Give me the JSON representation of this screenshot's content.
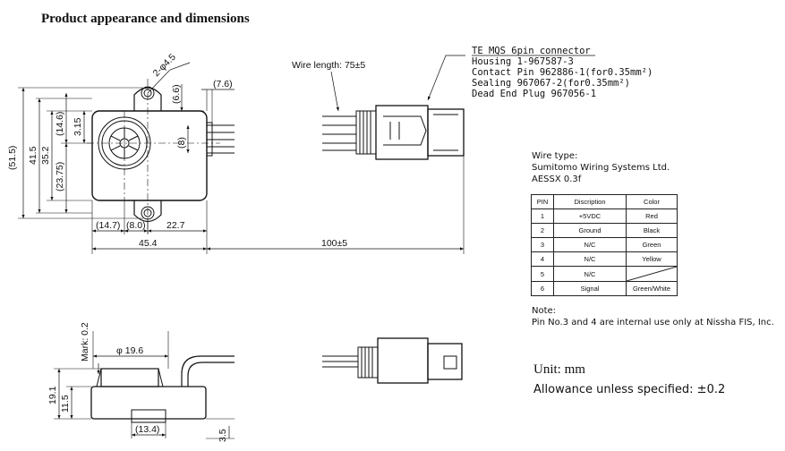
{
  "title": "Product appearance and dimensions",
  "connector": {
    "header": "TE MQS 6pin connector",
    "lines": [
      "Housing 1-967587-3",
      "Contact Pin 962886-1(for0.35mm²)",
      "Sealing 967067-2(for0.35mm²)",
      "Dead End Plug 967056-1"
    ]
  },
  "wire_length": "Wire length: 75±5",
  "dims": {
    "hole": "2-φ4.5",
    "d66": "(6.6)",
    "d76": "(7.6)",
    "d515": "(51.5)",
    "d415": "41.5",
    "d352": "35.2",
    "d146": "(14.6)",
    "d315": "3.15",
    "d2375": "(23.75)",
    "d8v": "(8)",
    "d147": "(14.7)",
    "d80": "(8.0)",
    "d227": "22.7",
    "d454": "45.4",
    "d100": "100±5",
    "mark": "Mark: 0.2",
    "d196": "φ 19.6",
    "d191": "19.1",
    "d115": "11.5",
    "d134": "(13.4)",
    "d35": "3.5"
  },
  "wire_type": {
    "title": "Wire type:",
    "maker": "Sumitomo Wiring Systems Ltd.",
    "model": "AESSX 0.3f"
  },
  "pin_table": {
    "headers": [
      "PIN",
      "Discription",
      "Color"
    ],
    "rows": [
      [
        "1",
        "+5VDC",
        "Red"
      ],
      [
        "2",
        "Ground",
        "Black"
      ],
      [
        "3",
        "N/C",
        "Green"
      ],
      [
        "4",
        "N/C",
        "Yellow"
      ],
      [
        "5",
        "N/C",
        ""
      ],
      [
        "6",
        "Signal",
        "Green/White"
      ]
    ]
  },
  "note": {
    "title": "Note:",
    "text": "Pin No.3 and 4 are internal use only at Nissha FIS, Inc."
  },
  "unit": "Unit: mm",
  "allowance": "Allowance unless specified: ±0.2"
}
